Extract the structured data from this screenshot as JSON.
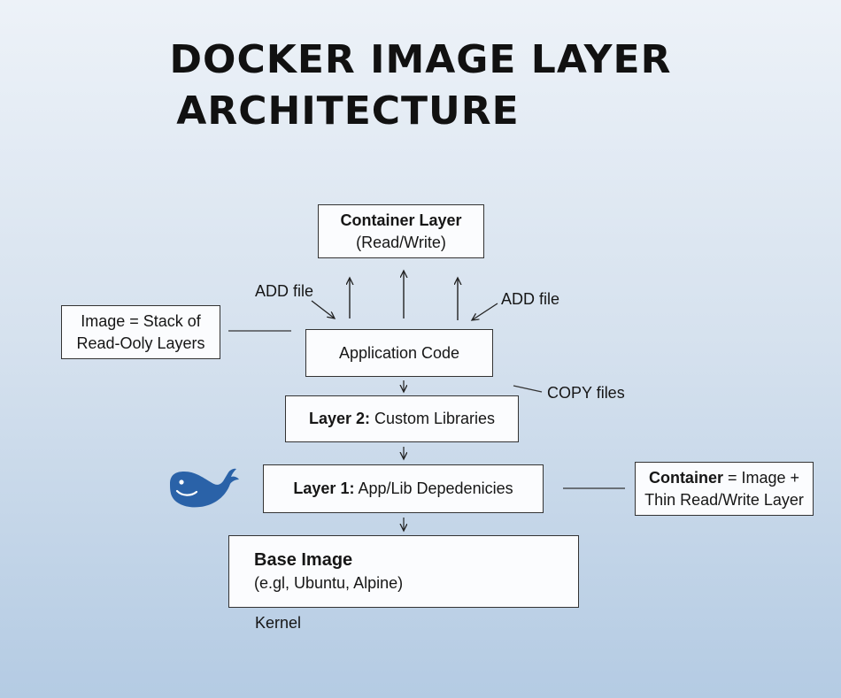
{
  "title": {
    "line1": "DOCKER IMAGE LAYER",
    "line2": "ARCHITECTURE"
  },
  "boxes": {
    "container_layer": {
      "title": "Container Layer",
      "subtitle": "(Read/Write)"
    },
    "app_code": {
      "label": "Application Code"
    },
    "layer2": {
      "bold": "Layer 2:",
      "text": " Custom Libraries"
    },
    "layer1": {
      "bold": "Layer 1:",
      "text": " App/Lib Depedenicies"
    },
    "base_image": {
      "title": "Base Image",
      "subtitle": "(e.gl, Ubuntu, Alpine)"
    },
    "image_note": {
      "line1": "Image = Stack of",
      "line2": "Read-Ooly Layers"
    },
    "container_note": {
      "bold": "Container",
      "text": " = Image +",
      "line2": "Thin Read/Write Layer"
    }
  },
  "labels": {
    "add_file_left": "ADD file",
    "add_file_right": "ADD file",
    "copy_files": "COPY files",
    "kernel": "Kernel"
  },
  "icons": {
    "whale": "docker-whale-icon"
  },
  "colors": {
    "whale": "#2a62a8",
    "border": "#333333"
  }
}
